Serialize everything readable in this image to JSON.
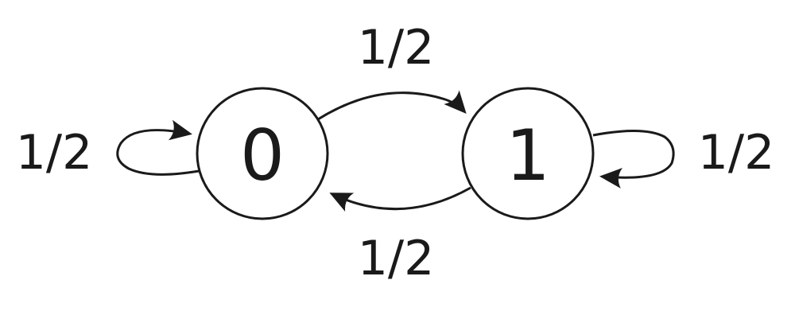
{
  "diagram": {
    "states": [
      {
        "label": "0"
      },
      {
        "label": "1"
      }
    ],
    "transitions": [
      {
        "from": "0",
        "to": "1",
        "label": "1/2"
      },
      {
        "from": "1",
        "to": "0",
        "label": "1/2"
      },
      {
        "from": "0",
        "to": "0",
        "label": "1/2"
      },
      {
        "from": "1",
        "to": "1",
        "label": "1/2"
      }
    ],
    "colors": {
      "stroke": "#1a1a1a",
      "background": "#ffffff"
    }
  }
}
